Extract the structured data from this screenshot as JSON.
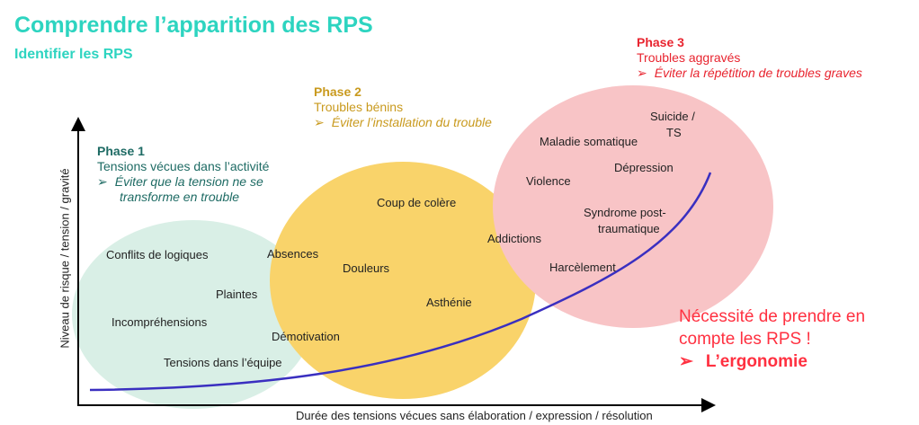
{
  "header": {
    "title": "Comprendre l’apparition des RPS",
    "subtitle": "Identifier les RPS"
  },
  "phases": [
    {
      "title": "Phase 1",
      "subtitle": "Tensions vécues dans l’activité",
      "goal_line1": "Éviter que la tension ne se",
      "goal_line2": "transforme en trouble",
      "color": "#1e6b64"
    },
    {
      "title": "Phase 2",
      "subtitle": "Troubles bénins",
      "goal_line1": "Éviter l’installation du trouble",
      "color": "#c99a1e"
    },
    {
      "title": "Phase 3",
      "subtitle": "Troubles aggravés",
      "goal_line1": "Éviter la répétition de troubles graves",
      "color": "#e8242f"
    }
  ],
  "bubble_labels": {
    "phase1": [
      "Conflits de logiques",
      "Plaintes",
      "Incompréhensions",
      "Démotivation",
      "Tensions dans l’équipe"
    ],
    "phase2": [
      "Absences",
      "Coup de colère",
      "Douleurs",
      "Asthénie",
      "Addictions"
    ],
    "phase3": [
      "Suicide /",
      "TS",
      "Maladie somatique",
      "Dépression",
      "Violence",
      "Syndrome post-",
      "traumatique",
      "Harcèlement"
    ]
  },
  "axes": {
    "y": "Niveau de risque / tension / gravité",
    "x": "Durée des tensions vécues sans élaboration / expression / résolution"
  },
  "conclusion": {
    "line1": "Nécessité de prendre en",
    "line2": "compte les RPS !",
    "point": "L’ergonomie"
  },
  "colors": {
    "green": "#d9efe6",
    "yellow": "#f9d36a",
    "pink": "#f8c4c6",
    "curve": "#3a2fc0",
    "accent": "#2dd4c0"
  }
}
